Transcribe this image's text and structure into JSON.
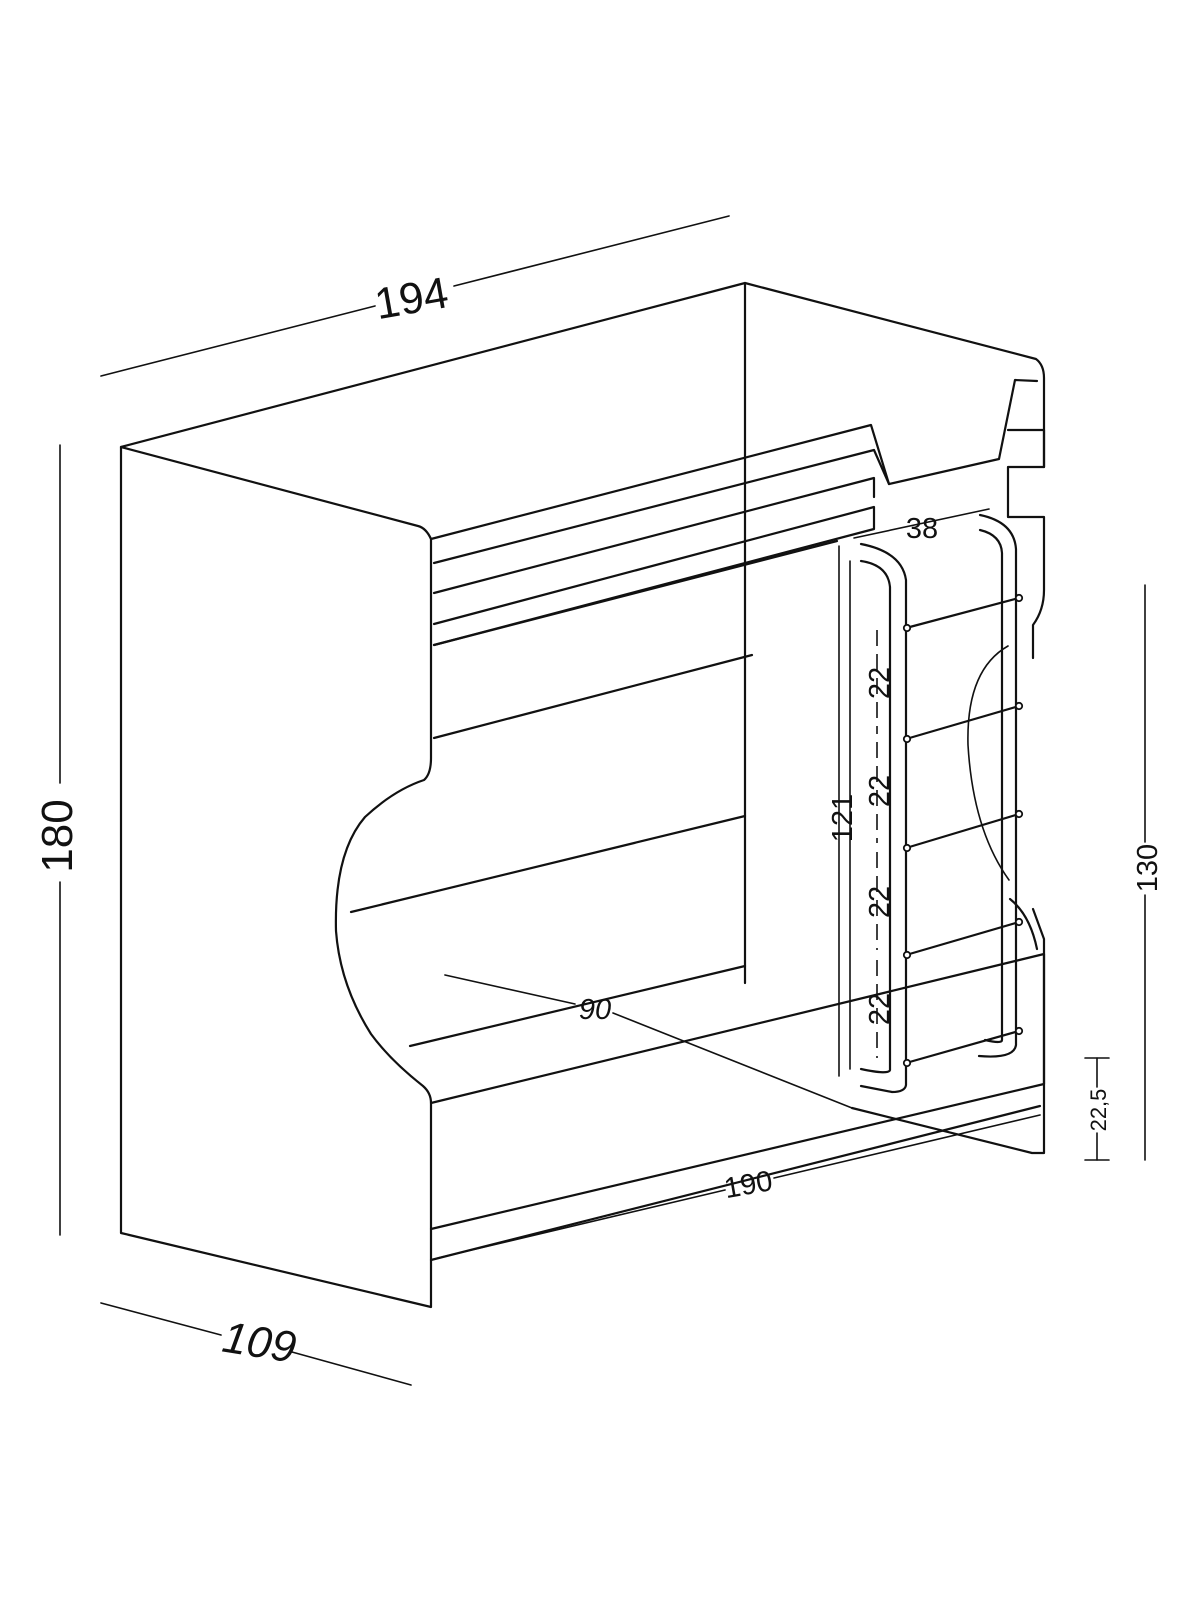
{
  "diagram": {
    "dimensions": {
      "length_total": "194",
      "height_total": "180",
      "depth_total": "109",
      "inner_width": "90",
      "inner_length": "190",
      "ladder_width": "38",
      "ladder_height": "121",
      "rung_spacing_1": "22",
      "rung_spacing_2": "22",
      "rung_spacing_3": "22",
      "rung_spacing_4": "22",
      "right_height": "130",
      "bottom_clearance": "22,5"
    }
  }
}
